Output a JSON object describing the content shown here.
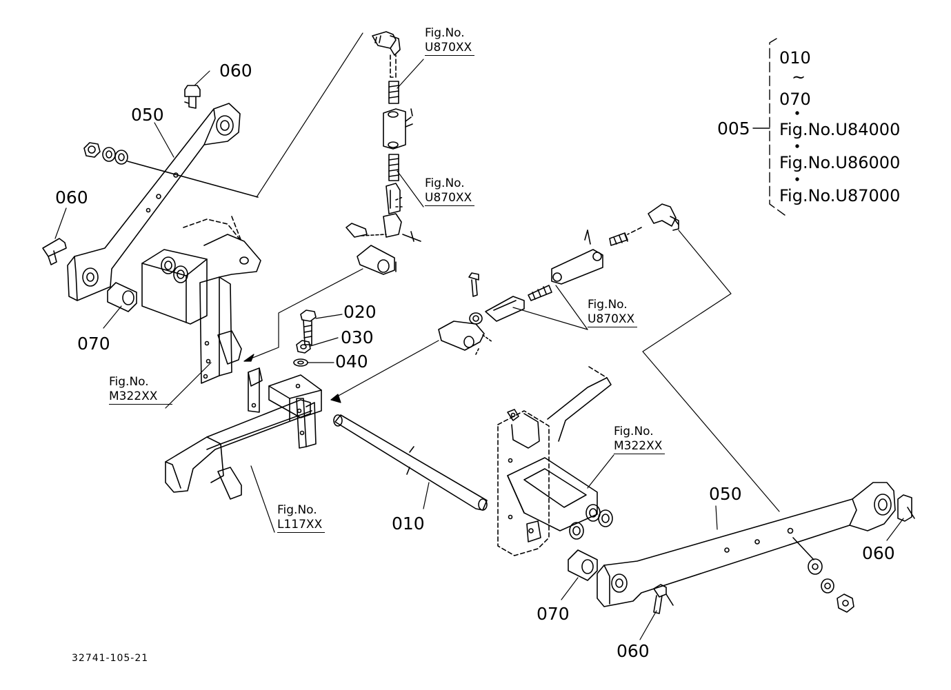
{
  "parts": {
    "p010": "010",
    "p020": "020",
    "p030": "030",
    "p040": "040",
    "p050_left": "050",
    "p050_right": "050",
    "p060_top": "060",
    "p060_left": "060",
    "p060_right": "060",
    "p060_bottom": "060",
    "p070_left": "070",
    "p070_right": "070",
    "p005": "005"
  },
  "fig_refs": {
    "top1": {
      "line1": "Fig.No.",
      "line2": "U870XX"
    },
    "top2": {
      "line1": "Fig.No.",
      "line2": "U870XX"
    },
    "mid": {
      "line1": "Fig.No.",
      "line2": "U870XX"
    },
    "left_frame": {
      "line1": "Fig.No.",
      "line2": "M322XX"
    },
    "right_frame": {
      "line1": "Fig.No.",
      "line2": "M322XX"
    },
    "axle": {
      "line1": "Fig.No.",
      "line2": "L117XX"
    }
  },
  "set_bracket": {
    "range_start": "010",
    "tilde": "~",
    "range_end": "070",
    "refs": [
      "Fig.No.U84000",
      "Fig.No.U86000",
      "Fig.No.U87000"
    ]
  },
  "footer": {
    "drawing_id": "32741-105-21"
  }
}
